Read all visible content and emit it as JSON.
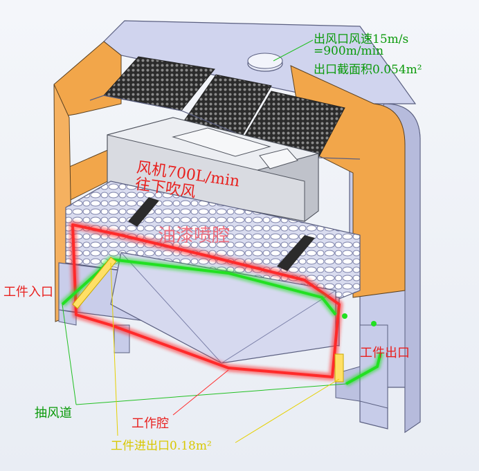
{
  "labels": {
    "outlet_speed": "出风口风速15m/s",
    "outlet_flow": "=900m/min",
    "outlet_area": "出口截面积0.054m²",
    "fan_line1": "风机700L/min",
    "fan_line2": "往下吹风",
    "spray_chamber": "油漆喷腔",
    "work_inlet": "工件入口",
    "work_outlet": "工件出口",
    "exhaust_duct": "抽风道",
    "work_chamber": "工作腔",
    "work_port": "工件进出口0.18m²"
  },
  "colors": {
    "frame": "#c7cce9",
    "frame_dark": "#9aa0c8",
    "orange_panel": "#f2a64a",
    "mesh": "#3a3a3a",
    "fan_box": "#d7d9df",
    "red_text": "#e8201e",
    "green_text": "#0a9a0a",
    "yellow_text": "#d8c800",
    "red_outline": "#ff2a2a",
    "green_path": "#22e022"
  }
}
